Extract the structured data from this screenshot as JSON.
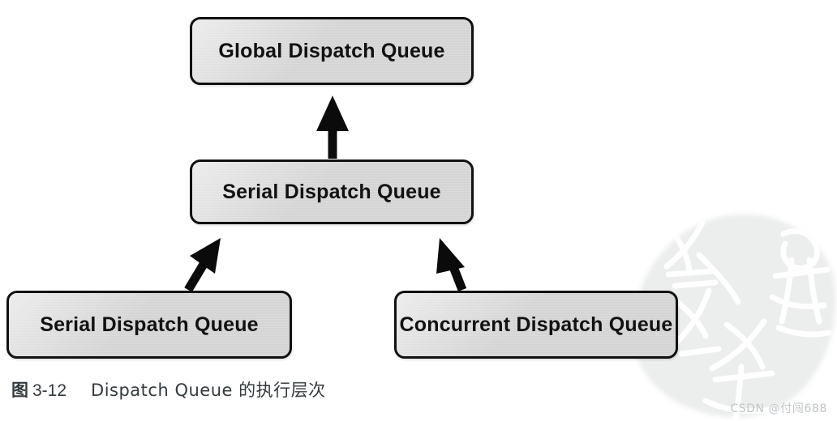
{
  "figure": {
    "boxes": [
      {
        "id": "global",
        "label": "Global Dispatch Queue"
      },
      {
        "id": "serial-mid",
        "label": "Serial Dispatch Queue"
      },
      {
        "id": "serial-left",
        "label": "Serial Dispatch Queue"
      },
      {
        "id": "concurrent",
        "label": "Concurrent Dispatch Queue"
      }
    ],
    "arrows": [
      {
        "id": "serial-mid-to-global",
        "from": "serial-mid",
        "to": "global",
        "direction": "up"
      },
      {
        "id": "serial-left-to-serial-mid",
        "from": "serial-left",
        "to": "serial-mid",
        "direction": "up-right"
      },
      {
        "id": "concurrent-to-serial-mid",
        "from": "concurrent",
        "to": "serial-mid",
        "direction": "up-left"
      }
    ],
    "caption": {
      "figure_word": "图",
      "number": "3-12",
      "text": "Dispatch Queue 的执行层次"
    },
    "colors": {
      "box_fill": "#d9d9d9",
      "box_border": "#111111",
      "arrow": "#0b0b0b",
      "caption_text": "#333a3d",
      "watermark_text": "#c2c6c9",
      "background": "#ffffff"
    }
  },
  "watermark": {
    "text": "CSDN @付闯688"
  }
}
